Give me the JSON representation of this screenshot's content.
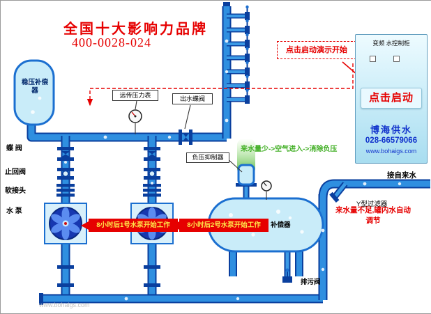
{
  "header": {
    "brand_title": "全国十大影响力品牌",
    "phone": "400-0028-024"
  },
  "demo": {
    "start_hint": "点击启动演示开始"
  },
  "cabinet": {
    "title": "变频    水控制柜",
    "start_button": "点击启动",
    "brand": "博海供水",
    "phone": "028-66579066",
    "website": "www.bohaigs.com"
  },
  "labels": {
    "stabilizer_tank": "稳压补偿器",
    "butterfly_valve": "蝶 阀",
    "check_valve": "止回阀",
    "soft_joint": "软接头",
    "pump": "水 泵",
    "remote_pressure_gauge": "远传压力表",
    "outlet_butterfly_valve": "出水蝶阀",
    "negative_pressure_suppressor": "负压抑制器",
    "tank": "补偿器",
    "tap_water_inlet": "接自来水",
    "y_filter": "Y型过滤器",
    "drain_valve": "排污阀"
  },
  "annotations": {
    "green_flow": "来水量少->空气进入->消除负压",
    "pump1_callout": "8小时后1号水泵开始工作",
    "pump2_callout": "8小时后2号水泵开始工作",
    "low_water_note": "来水量不足,罐内水自动调节",
    "watermark": "www.bohaigs.com"
  },
  "colors": {
    "accent_red": "#e60000",
    "pipe_blue": "#2f8fe0",
    "pipe_dark": "#0a3f9e",
    "tank_fill": "#c9ecf9",
    "green": "#3fae22",
    "cabinet_text": "#1133cc"
  }
}
